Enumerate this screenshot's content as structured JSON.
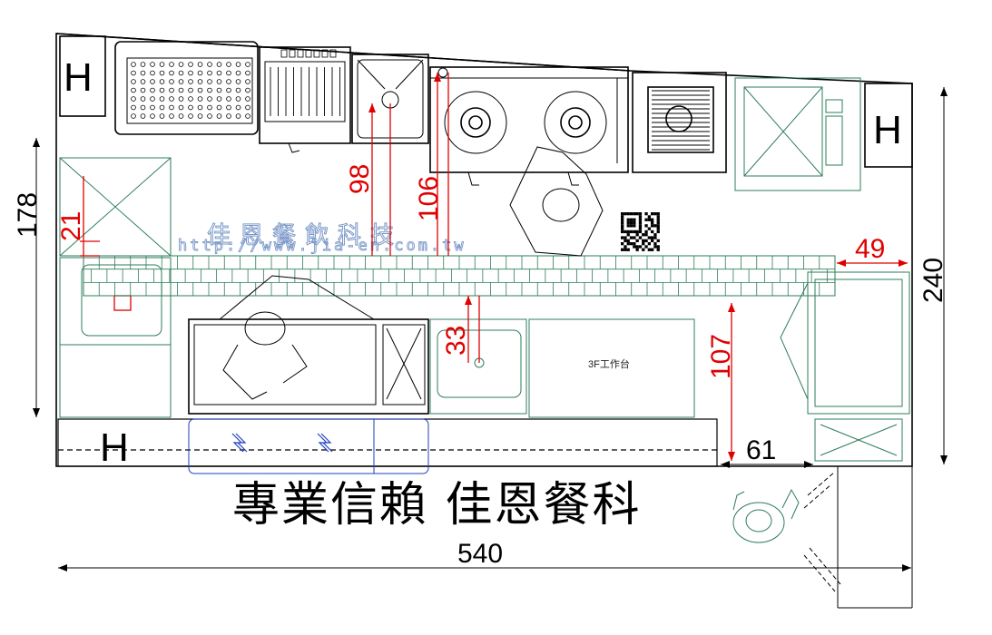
{
  "hood_labels": {
    "top_left": "H",
    "top_right": "H",
    "bottom_left": "H"
  },
  "dimensions": {
    "overall_length": "540",
    "overall_depth": "240",
    "left_section_depth": "178",
    "walkway_gap": "61",
    "gap_to_pass_shelf": "21",
    "sink_to_shelf": "98",
    "burner_to_shelf": "106",
    "shelf_end_gap": "49",
    "shelf_to_table": "33",
    "table_to_front": "107"
  },
  "workbench_label": "3F工作台",
  "watermark": {
    "company": "佳恩餐飲科技",
    "url": "http://www.jia-en.com.tw"
  },
  "slogan": "專業信賴  佳恩餐科",
  "colors": {
    "outline": "#000000",
    "equipment": "#2e7d5b",
    "dimension": "#e00000",
    "watermark": "#7a98c8",
    "counter": "#1f3fbf"
  }
}
